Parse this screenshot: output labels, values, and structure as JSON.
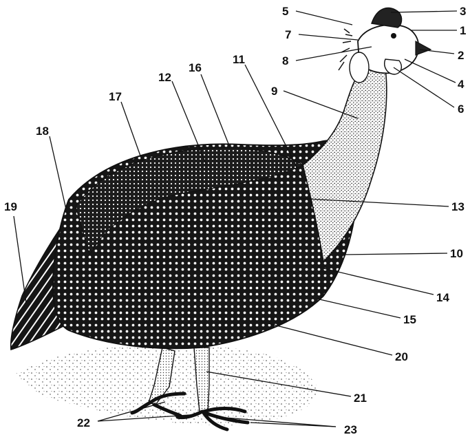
{
  "figure": {
    "subject": "guinea-fowl-illustration",
    "ink_color": "#111111",
    "background_color": "#ffffff",
    "labels": [
      {
        "id": "1",
        "text": "1"
      },
      {
        "id": "2",
        "text": "2"
      },
      {
        "id": "3",
        "text": "3"
      },
      {
        "id": "4",
        "text": "4"
      },
      {
        "id": "5",
        "text": "5"
      },
      {
        "id": "6",
        "text": "6"
      },
      {
        "id": "7",
        "text": "7"
      },
      {
        "id": "8",
        "text": "8"
      },
      {
        "id": "9",
        "text": "9"
      },
      {
        "id": "10",
        "text": "10"
      },
      {
        "id": "11",
        "text": "11"
      },
      {
        "id": "12",
        "text": "12"
      },
      {
        "id": "13",
        "text": "13"
      },
      {
        "id": "14",
        "text": "14"
      },
      {
        "id": "15",
        "text": "15"
      },
      {
        "id": "16",
        "text": "16"
      },
      {
        "id": "17",
        "text": "17"
      },
      {
        "id": "18",
        "text": "18"
      },
      {
        "id": "19",
        "text": "19"
      },
      {
        "id": "20",
        "text": "20"
      },
      {
        "id": "21",
        "text": "21"
      },
      {
        "id": "22",
        "text": "22"
      },
      {
        "id": "23",
        "text": "23"
      }
    ]
  }
}
